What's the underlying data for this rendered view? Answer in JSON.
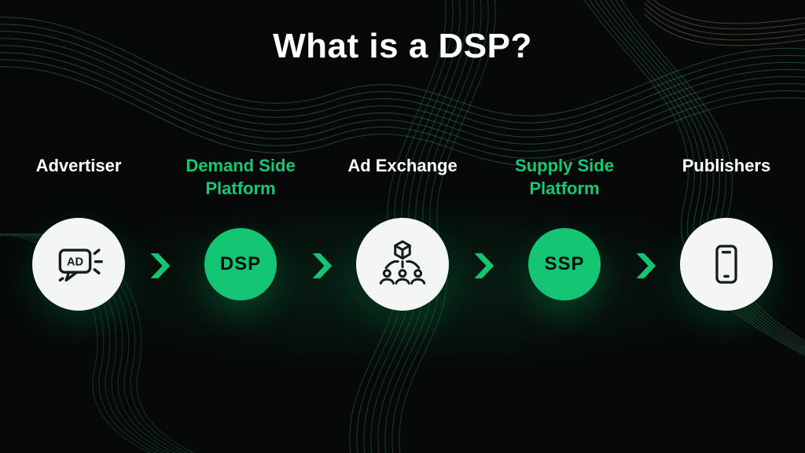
{
  "title": "What is a DSP?",
  "colors": {
    "background": "#060908",
    "accent_green": "#14c674",
    "label_green": "#17c776",
    "label_white": "#ffffff",
    "circle_white": "#f3f6f4",
    "icon_dark": "#161b1e"
  },
  "nodes": [
    {
      "label": "Advertiser",
      "style": "white",
      "icon": "ad-speech-bubble-icon"
    },
    {
      "label": "Demand Side Platform",
      "style": "green",
      "badge": "DSP"
    },
    {
      "label": "Ad Exchange",
      "style": "white",
      "icon": "ad-exchange-network-icon"
    },
    {
      "label": "Supply Side Platform",
      "style": "green",
      "badge": "SSP"
    },
    {
      "label": "Publishers",
      "style": "white",
      "icon": "smartphone-icon"
    }
  ],
  "arrow_icon": "chevron-right-icon"
}
